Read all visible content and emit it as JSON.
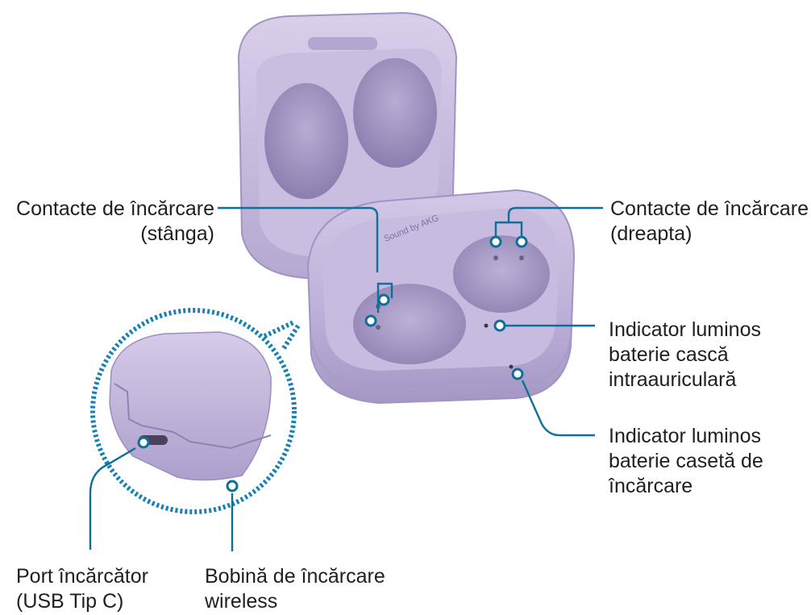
{
  "labels": {
    "contacts_left": {
      "line1": "Contacte de încărcare",
      "line2": "(stânga)"
    },
    "contacts_right": {
      "line1": "Contacte de încărcare",
      "line2": "(dreapta)"
    },
    "earbud_indicator": {
      "line1": "Indicator luminos",
      "line2": "baterie cască",
      "line3": "intraauriculară"
    },
    "case_indicator": {
      "line1": "Indicator luminos",
      "line2": "baterie casetă de",
      "line3": "încărcare"
    },
    "charger_port": {
      "line1": "Port încărcător",
      "line2": "(USB Tip C)"
    },
    "wireless_coil": {
      "line1": "Bobină de încărcare",
      "line2": "wireless"
    }
  },
  "case_print": "Sound by AKG",
  "colors": {
    "callout": "#0f6f98",
    "case_body": "#c3b6dc",
    "case_shadow": "#9d8fbf",
    "case_light": "#ddd4ec",
    "text": "#1f1f1f"
  }
}
